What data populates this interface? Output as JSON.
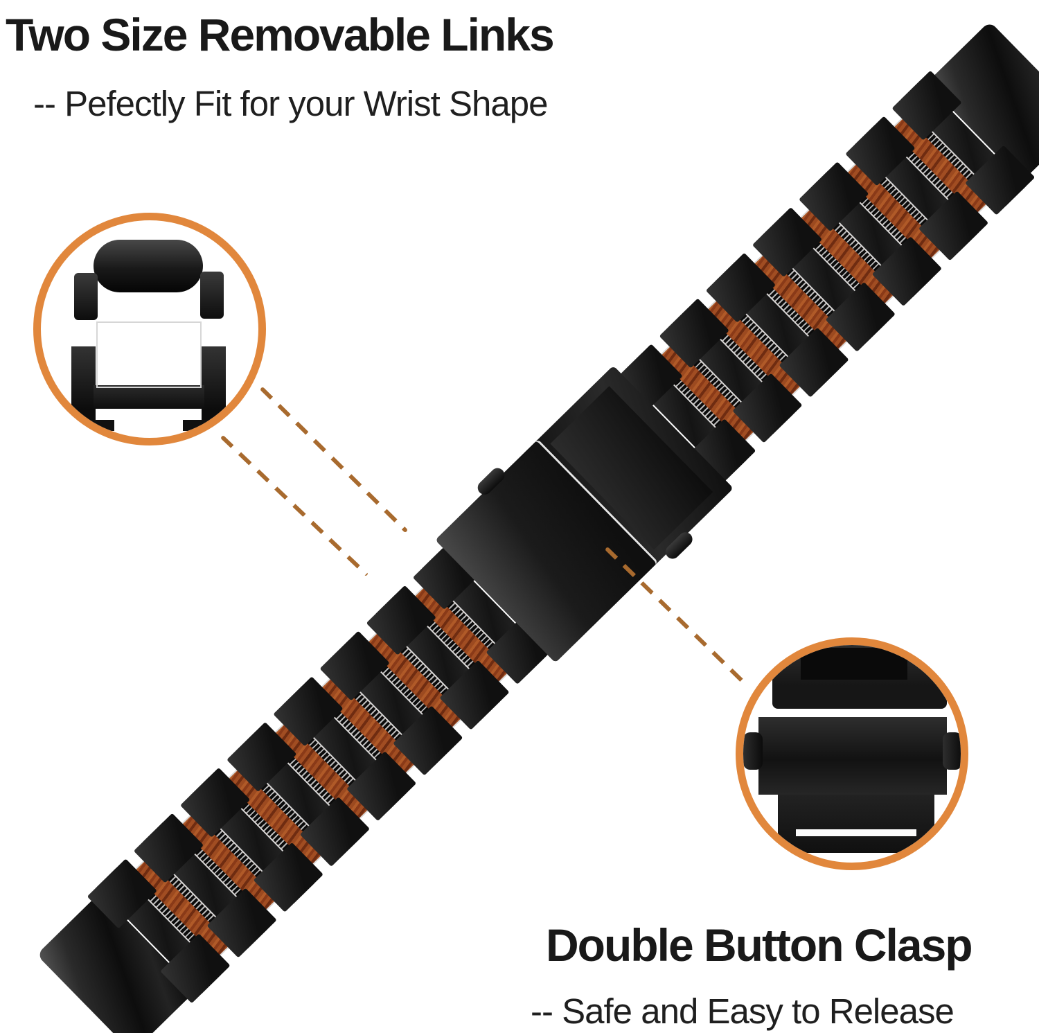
{
  "annotations": {
    "top": {
      "title": "Two Size Removable Links",
      "subtitle": "-- Pefectly Fit for your Wrist Shape"
    },
    "bottom": {
      "title": "Double Button Clasp",
      "subtitle": "-- Safe and Easy to Release"
    }
  },
  "colors": {
    "background": "#ffffff",
    "text": "#191919",
    "callout_ring": "#e1873c",
    "dashed_line": "#a86a2e",
    "silver_gap": "#d9d9d9",
    "wood": "#9c4a20",
    "metal_black": "#151515"
  },
  "band": {
    "angle_deg": -44.4,
    "wood_links_lower": 7,
    "wood_links_upper": 6,
    "links": [
      "adapter",
      "bar",
      "wood",
      "bar",
      "wood",
      "bar",
      "wood",
      "bar",
      "wood",
      "bar",
      "wood",
      "bar",
      "wood",
      "bar",
      "wood",
      "bar",
      "clasp",
      "bar",
      "wood",
      "bar",
      "wood",
      "bar",
      "wood",
      "bar",
      "wood",
      "bar",
      "wood",
      "bar",
      "wood",
      "bar",
      "adapter"
    ]
  },
  "callouts": {
    "removable_link": {
      "label": "removable-link-exploded-view"
    },
    "clasp": {
      "label": "double-button-clasp-closeup"
    }
  }
}
